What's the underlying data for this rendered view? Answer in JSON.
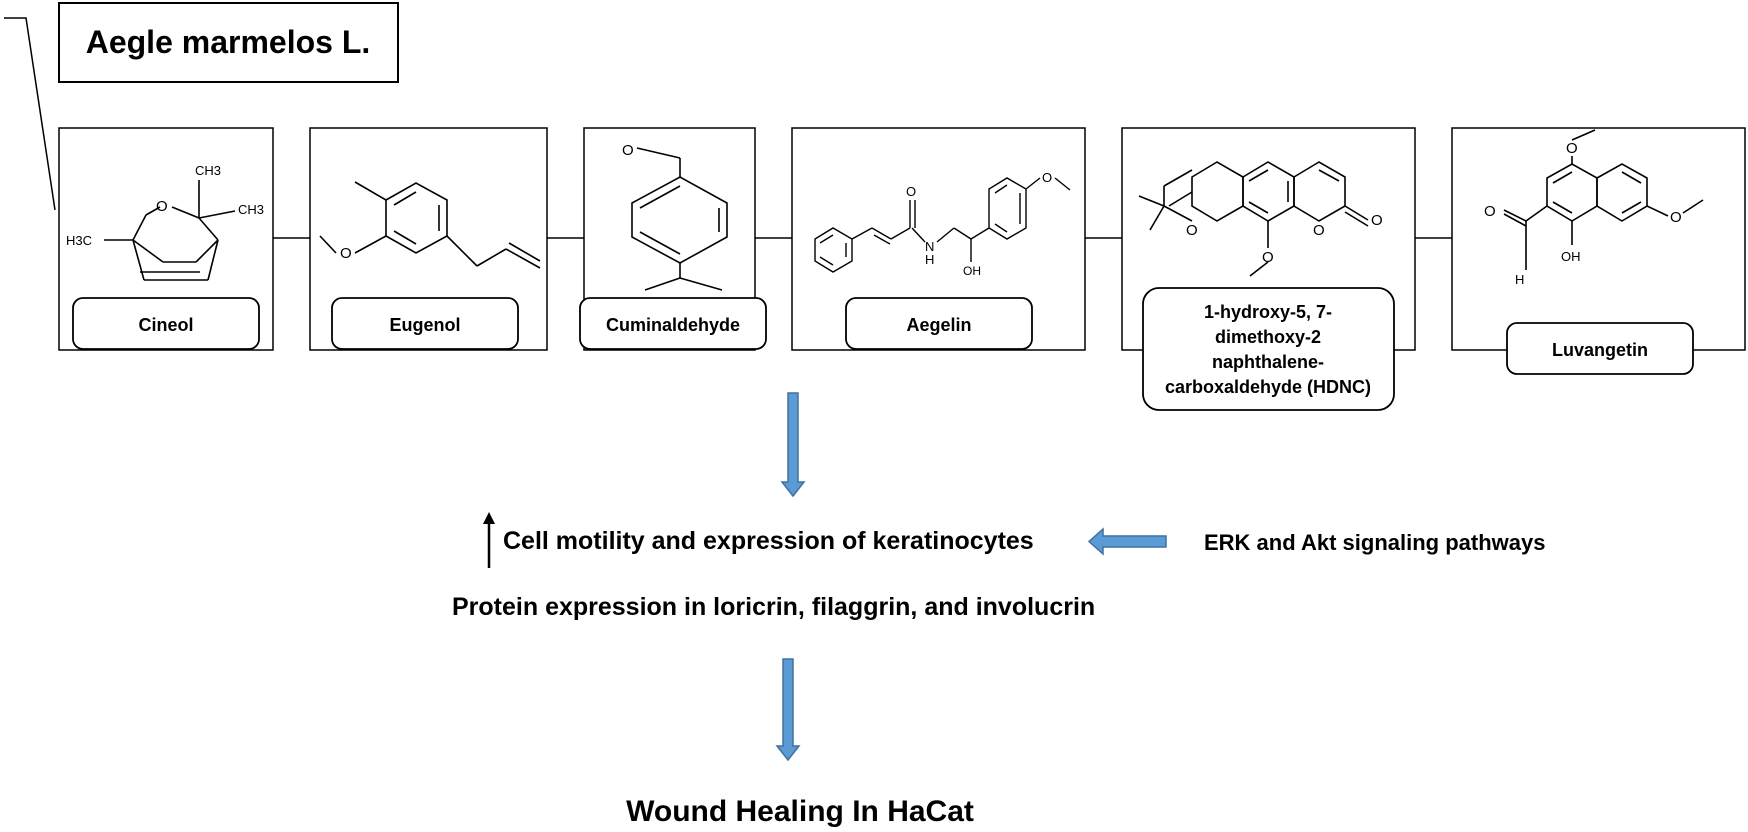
{
  "plant_title": "Aegle marmelos L.",
  "compounds": [
    {
      "label": "Cineol"
    },
    {
      "label": "Eugenol"
    },
    {
      "label": "Cuminaldehyde"
    },
    {
      "label": "Aegelin"
    },
    {
      "label_lines": [
        "1-hydroxy-5, 7-",
        "dimethoxy-2",
        "naphthalene-",
        "carboxaldehyde (HDNC)"
      ]
    },
    {
      "label": "Luvangetin"
    }
  ],
  "atom_labels": {
    "cineol": {
      "ch3_top": "CH3",
      "ch3_right": "CH3",
      "h3c": "H3C",
      "o": "O"
    },
    "aegelin": {
      "o": "O",
      "nh": "N",
      "h": "H",
      "oh": "OH"
    },
    "hdnc": {
      "o1": "O",
      "o2": "O",
      "o3": "O"
    },
    "luvangetin": {
      "h": "H",
      "oh": "OH"
    }
  },
  "effects": {
    "cell_motility": "Cell motility and expression of keratinocytes",
    "signaling": "ERK and Akt signaling pathways",
    "protein_expression": "Protein expression in loricrin, filaggrin, and involucrin",
    "outcome": "Wound Healing In HaCat"
  },
  "colors": {
    "arrow_fill": "#5b9bd5",
    "arrow_stroke": "#41719c",
    "line": "#000000"
  }
}
